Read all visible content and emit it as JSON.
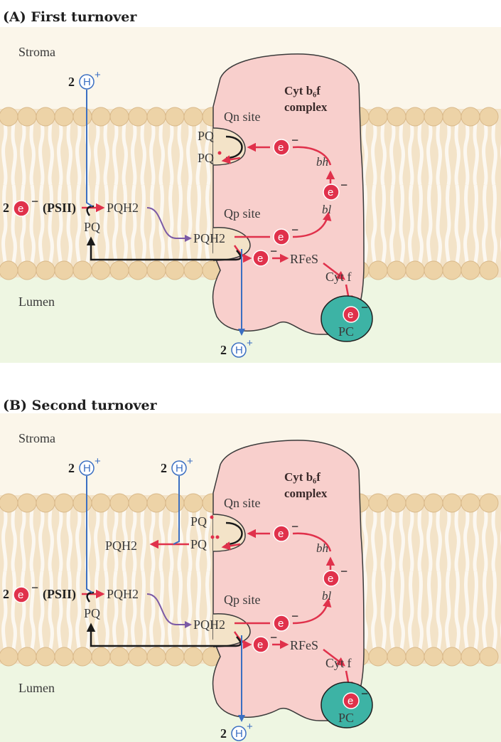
{
  "panelA": {
    "title": "(A)   First turnover",
    "stroma": "Stroma",
    "lumen": "Lumen",
    "complex_line1": "Cyt b₆f",
    "complex_line2": "complex",
    "qn_site": "Qn site",
    "qp_site": "Qp site",
    "pq_top": "PQ",
    "pq_radical": "PQ",
    "pq_left": "PQ",
    "pqh2_left": "PQH2",
    "pqh2_qp": "PQH2",
    "psii": "(PSII)",
    "two_top": "2",
    "two_bottom": "2",
    "two_e": "2",
    "bh": "bh",
    "bl": "bl",
    "rfes": "RFeS",
    "cytf": "Cyt f",
    "pc": "PC"
  },
  "panelB": {
    "title": "(B)   Second turnover",
    "stroma": "Stroma",
    "lumen": "Lumen",
    "complex_line1": "Cyt b₆f",
    "complex_line2": "complex",
    "qn_site": "Qn site",
    "qp_site": "Qp site",
    "pq_top": "PQ",
    "pq_radical": "PQ",
    "pq_left": "PQ",
    "pqh2_left": "PQH2",
    "pqh2_qp": "PQH2",
    "pqh2_out": "PQH2",
    "psii": "(PSII)",
    "two_top": "2",
    "two_top2": "2",
    "two_bottom": "2",
    "two_e": "2",
    "bh": "bh",
    "bl": "bl",
    "rfes": "RFeS",
    "cytf": "Cyt f",
    "pc": "PC"
  },
  "symbols": {
    "electron": "e",
    "proton": "H",
    "minus": "−",
    "plus": "+"
  },
  "colors": {
    "membrane": "#f3e3c8",
    "lipid_head": "#edd3a7",
    "complex": "#f8cfcc",
    "pc": "#3db3a5",
    "electron": "#e0314b",
    "proton_arrow": "#3b6fc2",
    "stroma_bg": "#fbf6ea",
    "lumen_bg": "#eef6e2"
  }
}
